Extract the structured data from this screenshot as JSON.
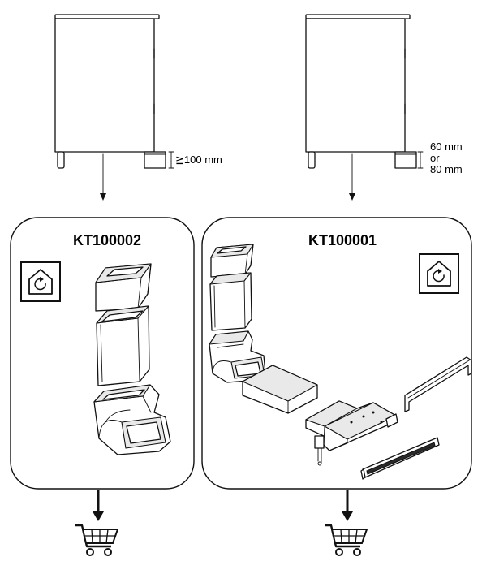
{
  "left_installation": {
    "plinth_gap_label": "≧100 mm"
  },
  "right_installation": {
    "plinth_gap_label_line1": "60 mm",
    "plinth_gap_label_line2": "or",
    "plinth_gap_label_line3": "80 mm"
  },
  "kits": [
    {
      "code": "KT100002",
      "icon": "recirculation-house-icon",
      "cart_icon": "shopping-cart-icon"
    },
    {
      "code": "KT100001",
      "icon": "recirculation-house-icon",
      "cart_icon": "shopping-cart-icon"
    }
  ]
}
